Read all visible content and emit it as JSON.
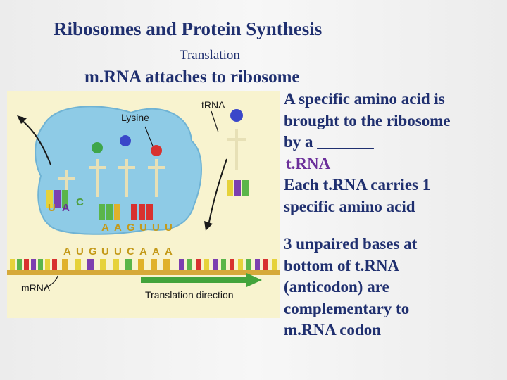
{
  "slide": {
    "title": "Ribosomes and Protein Synthesis",
    "subtitle": "Translation",
    "heading": "m.RNA attaches to ribosome"
  },
  "diagram": {
    "label_lysine": "Lysine",
    "label_trna": "tRNA",
    "label_mrna": "mRNA",
    "label_direction": "Translation direction",
    "anticodon_left": [
      "U",
      "A",
      "C"
    ],
    "anticodon_row": [
      "A",
      "A",
      "G",
      "U",
      "U",
      "U"
    ],
    "mrna_bases": [
      "A",
      "U",
      "G",
      "U",
      "U",
      "C",
      "A",
      "A",
      "A"
    ]
  },
  "notes": {
    "line1": "A specific amino acid is",
    "line2": "brought to the ribosome",
    "line3": "by a _______",
    "answer": "t.RNA",
    "line5": "Each t.RNA carries 1",
    "line6": "specific amino acid",
    "line7": "3 unpaired bases at",
    "line8": "bottom of t.RNA",
    "line9": "(anticodon)  are",
    "line10": "complementary to",
    "line11": "m.RNA codon"
  },
  "colors": {
    "text": "#1f2f6f",
    "answer": "#6b2f9a",
    "ribosome": "#8ecbe6",
    "mrna_arrow": "#43a43c",
    "figure_bg": "#f8f3cf"
  }
}
